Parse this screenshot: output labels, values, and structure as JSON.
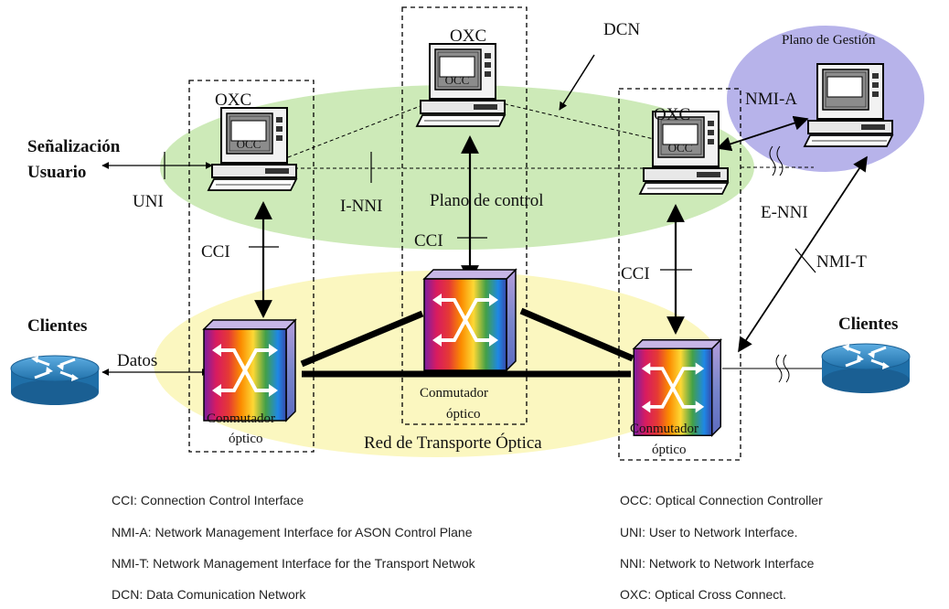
{
  "diagram": {
    "labels": {
      "oxc_left": "OXC",
      "oxc_center": "OXC",
      "oxc_right": "OXC",
      "occ_left": "OCC",
      "occ_center": "OCC",
      "occ_right": "OCC",
      "dcn": "DCN",
      "management_plane": "Plano de Gestión",
      "nmi_a": "NMI-A",
      "signaling_line1": "Señalización",
      "signaling_line2": "Usuario",
      "uni": "UNI",
      "i_nni": "I-NNI",
      "control_plane": "Plano de control",
      "e_nni": "E-NNI",
      "cci_left": "CCI",
      "cci_center": "CCI",
      "cci_right": "CCI",
      "nmi_t": "NMI-T",
      "clients_left": "Clientes",
      "clients_right": "Clientes",
      "data": "Datos",
      "switch_left_line1": "Conmutador",
      "switch_left_line2": "óptico",
      "switch_center_line1": "Conmutador",
      "switch_center_line2": "óptico",
      "switch_right_line1": "Conmutador",
      "switch_right_line2": "óptico",
      "transport_network": "Red de Transporte Óptica"
    },
    "colors": {
      "control_plane_fill": "#cdeab8",
      "transport_fill": "#fbf7c0",
      "management_fill": "#b7b3ea",
      "router_blue": "#2e86c1"
    }
  },
  "legend": {
    "left": [
      "CCI: Connection Control Interface",
      "NMI-A: Network Management Interface for ASON Control Plane",
      "NMI-T: Network Management Interface for the Transport Netwok",
      "DCN: Data Comunication Network"
    ],
    "right": [
      "OCC: Optical Connection Controller",
      "UNI: User to Network Interface.",
      "NNI: Network to Network Interface",
      "OXC: Optical Cross Connect."
    ]
  }
}
